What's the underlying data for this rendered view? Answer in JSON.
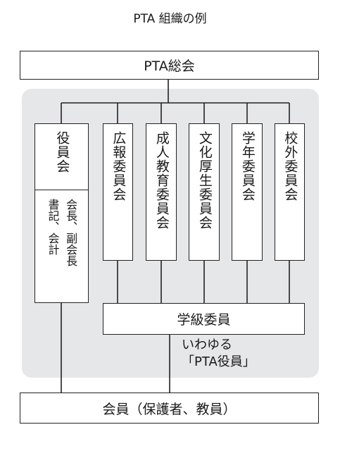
{
  "diagram": {
    "title": "PTA 組織の例",
    "general_assembly": "PTA総会",
    "officers": {
      "label": "役員会",
      "members": [
        "会長、副会長",
        "書記、会計"
      ]
    },
    "committees": [
      "広報委員会",
      "成人教育委員会",
      "文化厚生委員会",
      "学年委員会",
      "校外委員会"
    ],
    "class_committee": "学級委員",
    "note_lines": [
      "いわゆる",
      "「PTA役員」"
    ],
    "members_box": "会員（保護者、教員）"
  }
}
